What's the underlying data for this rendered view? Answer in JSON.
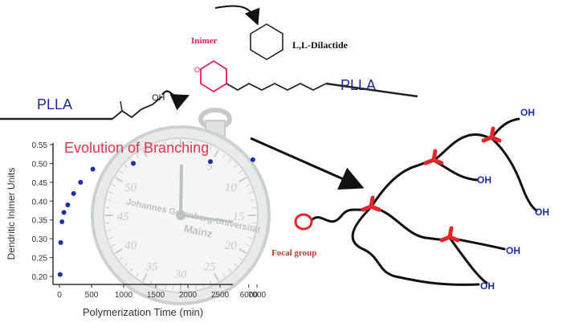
{
  "labels": {
    "dilactide": "L,L-Dilactide",
    "inimer": "Inimer",
    "plla_left": "PLLA",
    "plla_right": "PLLA",
    "evolution": "Evolution of Branching",
    "focal_group": "Focal group",
    "oh": "OH",
    "oh_chem": "OH",
    "o_atom": "O"
  },
  "stopwatch": {
    "brand_line1": "Johannes Gutenberg-Universität",
    "brand_line2": "Mainz",
    "dial_numbers": [
      "5",
      "10",
      "15",
      "20",
      "25",
      "30",
      "35",
      "40",
      "45",
      "50"
    ]
  },
  "colors": {
    "inimer": "#e0205a",
    "plla": "#1f2a8c",
    "evolution": "#e8334a",
    "focal": "#c0392b",
    "dots": "#1f2fa8",
    "oh": "#1c2f9e",
    "branch_point": "#e3262a",
    "chain": "#111111"
  },
  "chart_data": {
    "type": "scatter",
    "ylabel": "Dendritic Inimer Units",
    "xlabel": "Polymerization Time (min)",
    "x_ticks": [
      "0",
      "500",
      "1000",
      "1500",
      "2000",
      "2500",
      "6000",
      "7000"
    ],
    "y_ticks": [
      "0.20",
      "0.25",
      "0.30",
      "0.35",
      "0.40",
      "0.45",
      "0.50",
      "0.55"
    ],
    "ylim": [
      0.2,
      0.55
    ],
    "series": [
      {
        "x": [
          10,
          20,
          40,
          70,
          130,
          220,
          330,
          520,
          1150,
          2350,
          6500
        ],
        "y": [
          0.205,
          0.29,
          0.345,
          0.37,
          0.39,
          0.42,
          0.45,
          0.485,
          0.5,
          0.505,
          0.51
        ]
      }
    ]
  }
}
